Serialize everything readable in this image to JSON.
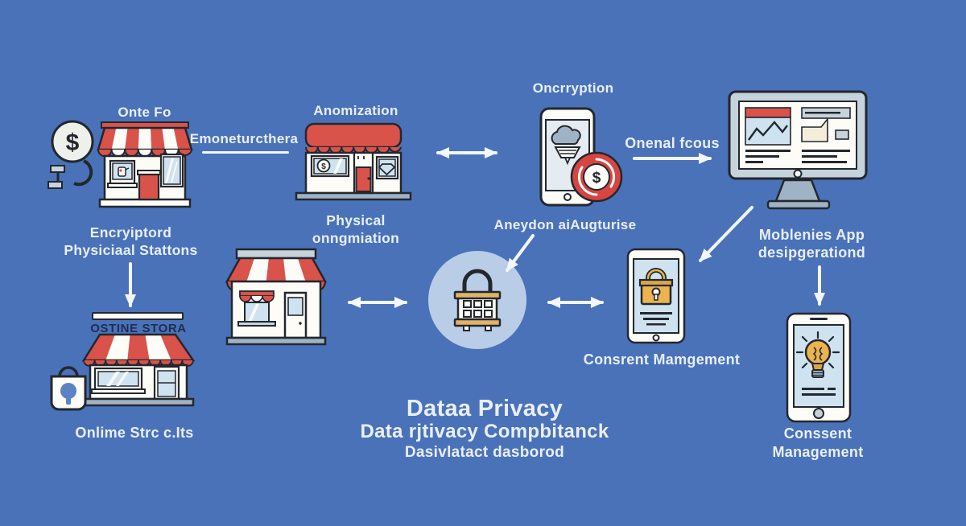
{
  "palette": {
    "background": "#4a72b8",
    "text": "#e9effb",
    "outline": "#23272e",
    "red": "#d9534a",
    "badge_red": "#d64541",
    "gold": "#ecb44e",
    "circle_bg": "#b9cde7",
    "glass": "#cfe2f0",
    "navy": "#1e2d52",
    "arrow": "#f3f6fb"
  },
  "glyphs": {
    "dollar": "$"
  },
  "icons": [
    "dollar-coin-icon",
    "storefront-icon",
    "smartphone-cloud-icon",
    "dollar-badge-icon",
    "desktop-dashboard-icon",
    "padlock-circle-icon",
    "tablet-lock-icon",
    "smartphone-bulb-icon",
    "shopping-bag-lock-icon"
  ],
  "diagram": {
    "top_row": {
      "store1_title": "Onte Fo",
      "connector_label": "Emoneturcthera",
      "store2_title": "Anomization",
      "store2_caption": "Physical onngmiation",
      "phone_title": "Oncrryption",
      "phone_caption": "Aneydon aiAugturise",
      "flow_label": "Onenal fcous",
      "monitor_caption_1": "Moblenies App",
      "monitor_caption_2": "desipgerationd"
    },
    "left_column": {
      "note_1": "Encryiptord",
      "note_2": "Physiciaal Stattons",
      "store_sign": "OSTINE STORA",
      "store_caption": "Onlime Strc c.Its"
    },
    "middle_row": {
      "tablet_caption": "Consrent Mamgement",
      "phone2_caption": "Conssent Management"
    },
    "title_block": {
      "line1": "Dataa Privacy",
      "line2": "Data rjtivacy Compbitanck",
      "line3": "Dasivlatact dasborod"
    }
  }
}
